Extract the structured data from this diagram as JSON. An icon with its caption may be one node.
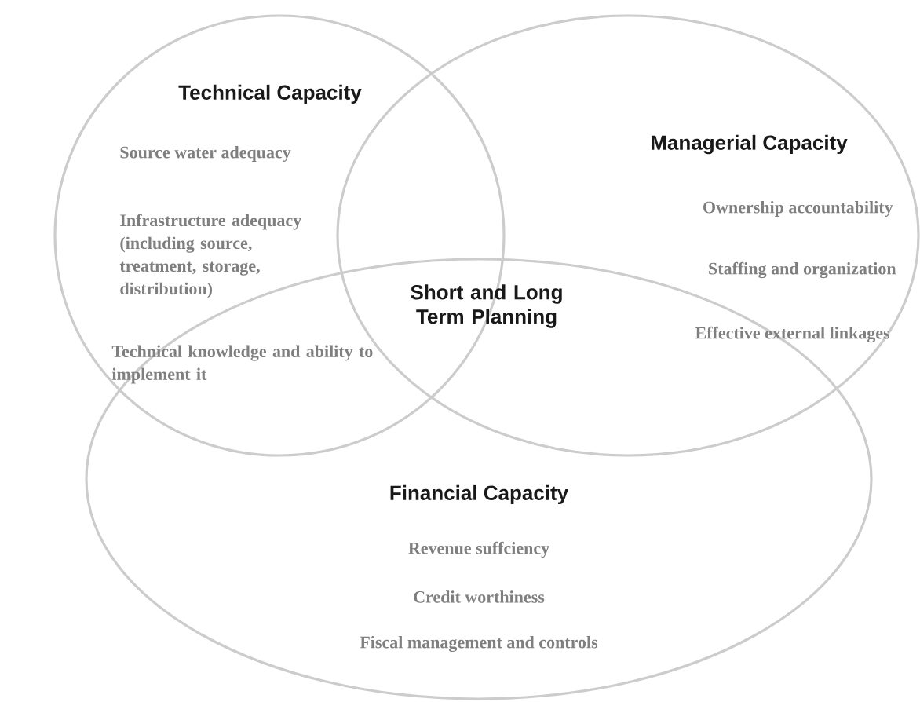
{
  "diagram": {
    "nodes": [
      {
        "text": [
          "Technical Capacity",
          "Source water adequacy",
          "Infrastructure adequacy (including source, treatment, storage, distribution)",
          "Technical knowledge and ability to implement it"
        ]
      },
      {
        "text": [
          "Managerial Capacity",
          "Ownership accountability",
          "Staffing and organization",
          "Effective external linkages"
        ]
      },
      {
        "text": [
          "Financial Capacity",
          "Revenue suffciency",
          "Credit worthiness",
          "Fiscal management and controls"
        ]
      }
    ],
    "edges": [],
    "labels": [
      "Short and Long Term Planning"
    ]
  }
}
